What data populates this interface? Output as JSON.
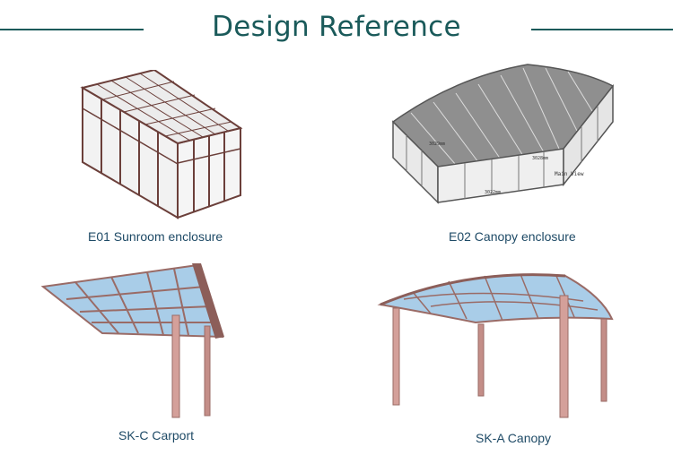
{
  "header": {
    "title": "Design Reference"
  },
  "items": [
    {
      "caption": "E01 Sunroom enclosure"
    },
    {
      "caption": "E02 Canopy enclosure",
      "view_label": "Main View",
      "dim_a": "3022mm",
      "dim_b": "3028mm",
      "dim_c": "3029mm"
    },
    {
      "caption": "SK-C Carport"
    },
    {
      "caption": "SK-A Canopy"
    }
  ],
  "colors": {
    "title": "#1a5a5a",
    "caption": "#1e4a66",
    "frame": "#6b3f3a",
    "pillar": "#d4a09a",
    "glass": "#a9cde8"
  }
}
